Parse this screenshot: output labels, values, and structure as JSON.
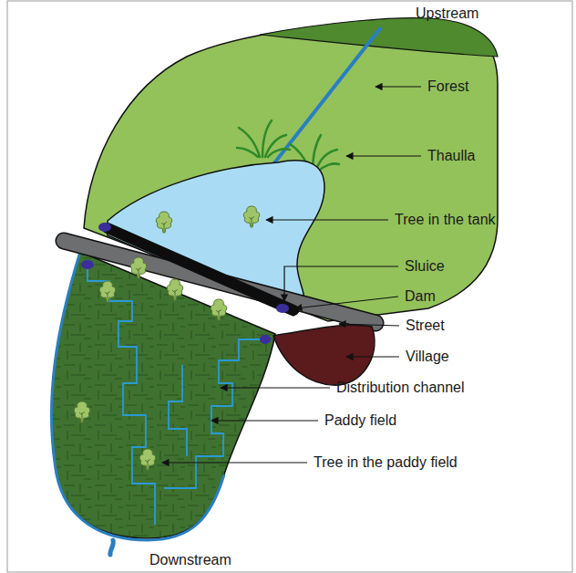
{
  "diagram": {
    "labels": [
      "Upstream",
      "Forest",
      "Thaulla",
      "Tree in the tank",
      "Sluice",
      "Dam",
      "Street",
      "Village",
      "Distribution channel",
      "Paddy field",
      "Tree in the paddy field",
      "Downstream"
    ]
  }
}
